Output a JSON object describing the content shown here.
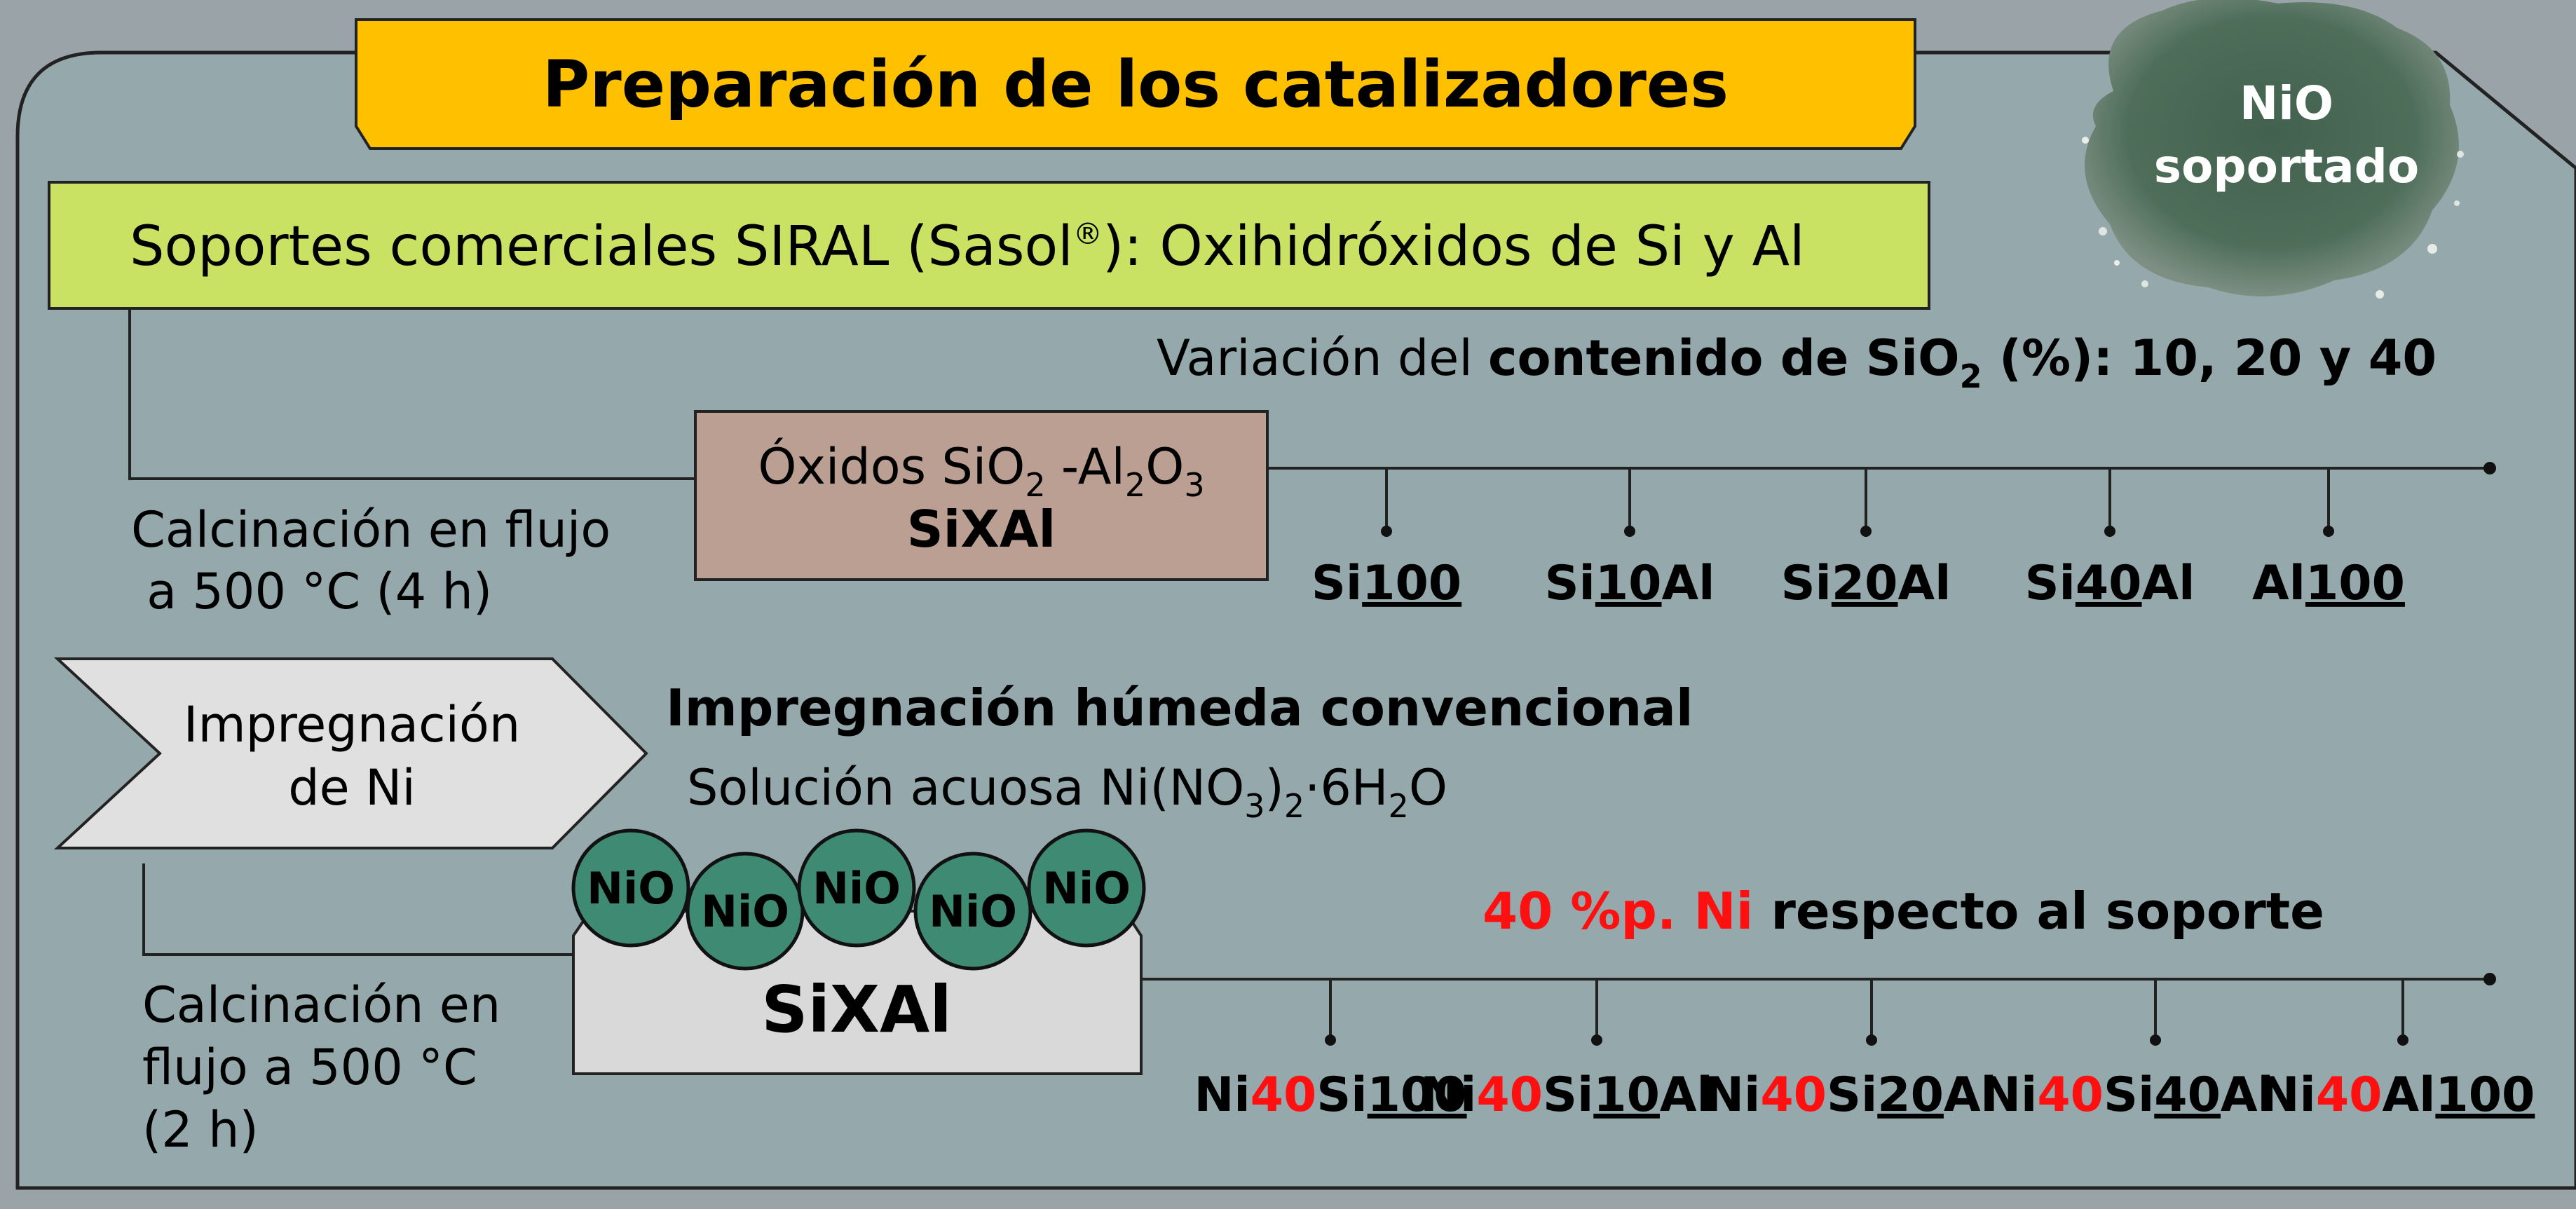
{
  "title": "Preparación de los catalizadores",
  "supports_banner": {
    "prefix": "Soportes comerciales SIRAL (Sasol",
    "registered": "®",
    "suffix": "): Oxihidróxidos de Si y Al"
  },
  "variation": {
    "prefix": "Variación del ",
    "bold": "contenido de SiO",
    "bold_sub": "2",
    "bold_end": " (%)",
    "suffix": ": 10, 20 y 40"
  },
  "calcination_1": {
    "line1": "Calcinación en flujo",
    "line2": " a 500 °C (4 h)"
  },
  "oxides_box": {
    "line1_a": "Óxidos SiO",
    "line1_sub1": "2",
    "line1_b": " -Al",
    "line1_sub2": "2",
    "line1_c": "O",
    "line1_sub3": "3",
    "line2": "SiXAl"
  },
  "supports": [
    {
      "pre": "Si",
      "num": "100",
      "post": ""
    },
    {
      "pre": "Si",
      "num": "10",
      "post": "Al"
    },
    {
      "pre": "Si",
      "num": "20",
      "post": "Al"
    },
    {
      "pre": "Si",
      "num": "40",
      "post": "Al"
    },
    {
      "pre": "Al",
      "num": "100",
      "post": ""
    }
  ],
  "impregnation_arrow": {
    "line1": "Impregnación",
    "line2": "de Ni"
  },
  "impregnation_method": {
    "title": "Impregnación húmeda convencional",
    "solution_a": "Solución acuosa Ni(NO",
    "solution_sub1": "3",
    "solution_b": ")",
    "solution_sub2": "2",
    "solution_c": "·6H",
    "solution_sub3": "2",
    "solution_d": "O"
  },
  "particle_label": "NiO",
  "support_block_label": "SiXAl",
  "loading": {
    "red": "40 %p. Ni",
    "rest": " respecto al soporte"
  },
  "calcination_2": {
    "line1": "Calcinación en",
    "line2": "flujo a 500 °C",
    "line3": "(2 h)"
  },
  "catalysts": [
    {
      "ni": "Ni",
      "red": "40",
      "pre": "Si",
      "num": "100",
      "post": ""
    },
    {
      "ni": "Ni",
      "red": "40",
      "pre": "Si",
      "num": "10",
      "post": "Al"
    },
    {
      "ni": "Ni",
      "red": "40",
      "pre": "Si",
      "num": "20",
      "post": "Al"
    },
    {
      "ni": "Ni",
      "red": "40",
      "pre": "Si",
      "num": "40",
      "post": "Al"
    },
    {
      "ni": "Ni",
      "red": "40",
      "pre": "Al",
      "num": "100",
      "post": ""
    }
  ],
  "powder_label": {
    "line1": "NiO",
    "line2": "soportado"
  },
  "colors": {
    "background": "#9aa3a8",
    "panel": "#95a9ad",
    "title_box": "#ffc000",
    "supports_box": "#c9e264",
    "oxides_box": "#bc9f93",
    "arrow_box": "#e0e0e0",
    "support_block": "#d9d9d9",
    "particle": "#3f8a72",
    "powder": "#4c6b57",
    "accent_red": "#ff1010"
  }
}
